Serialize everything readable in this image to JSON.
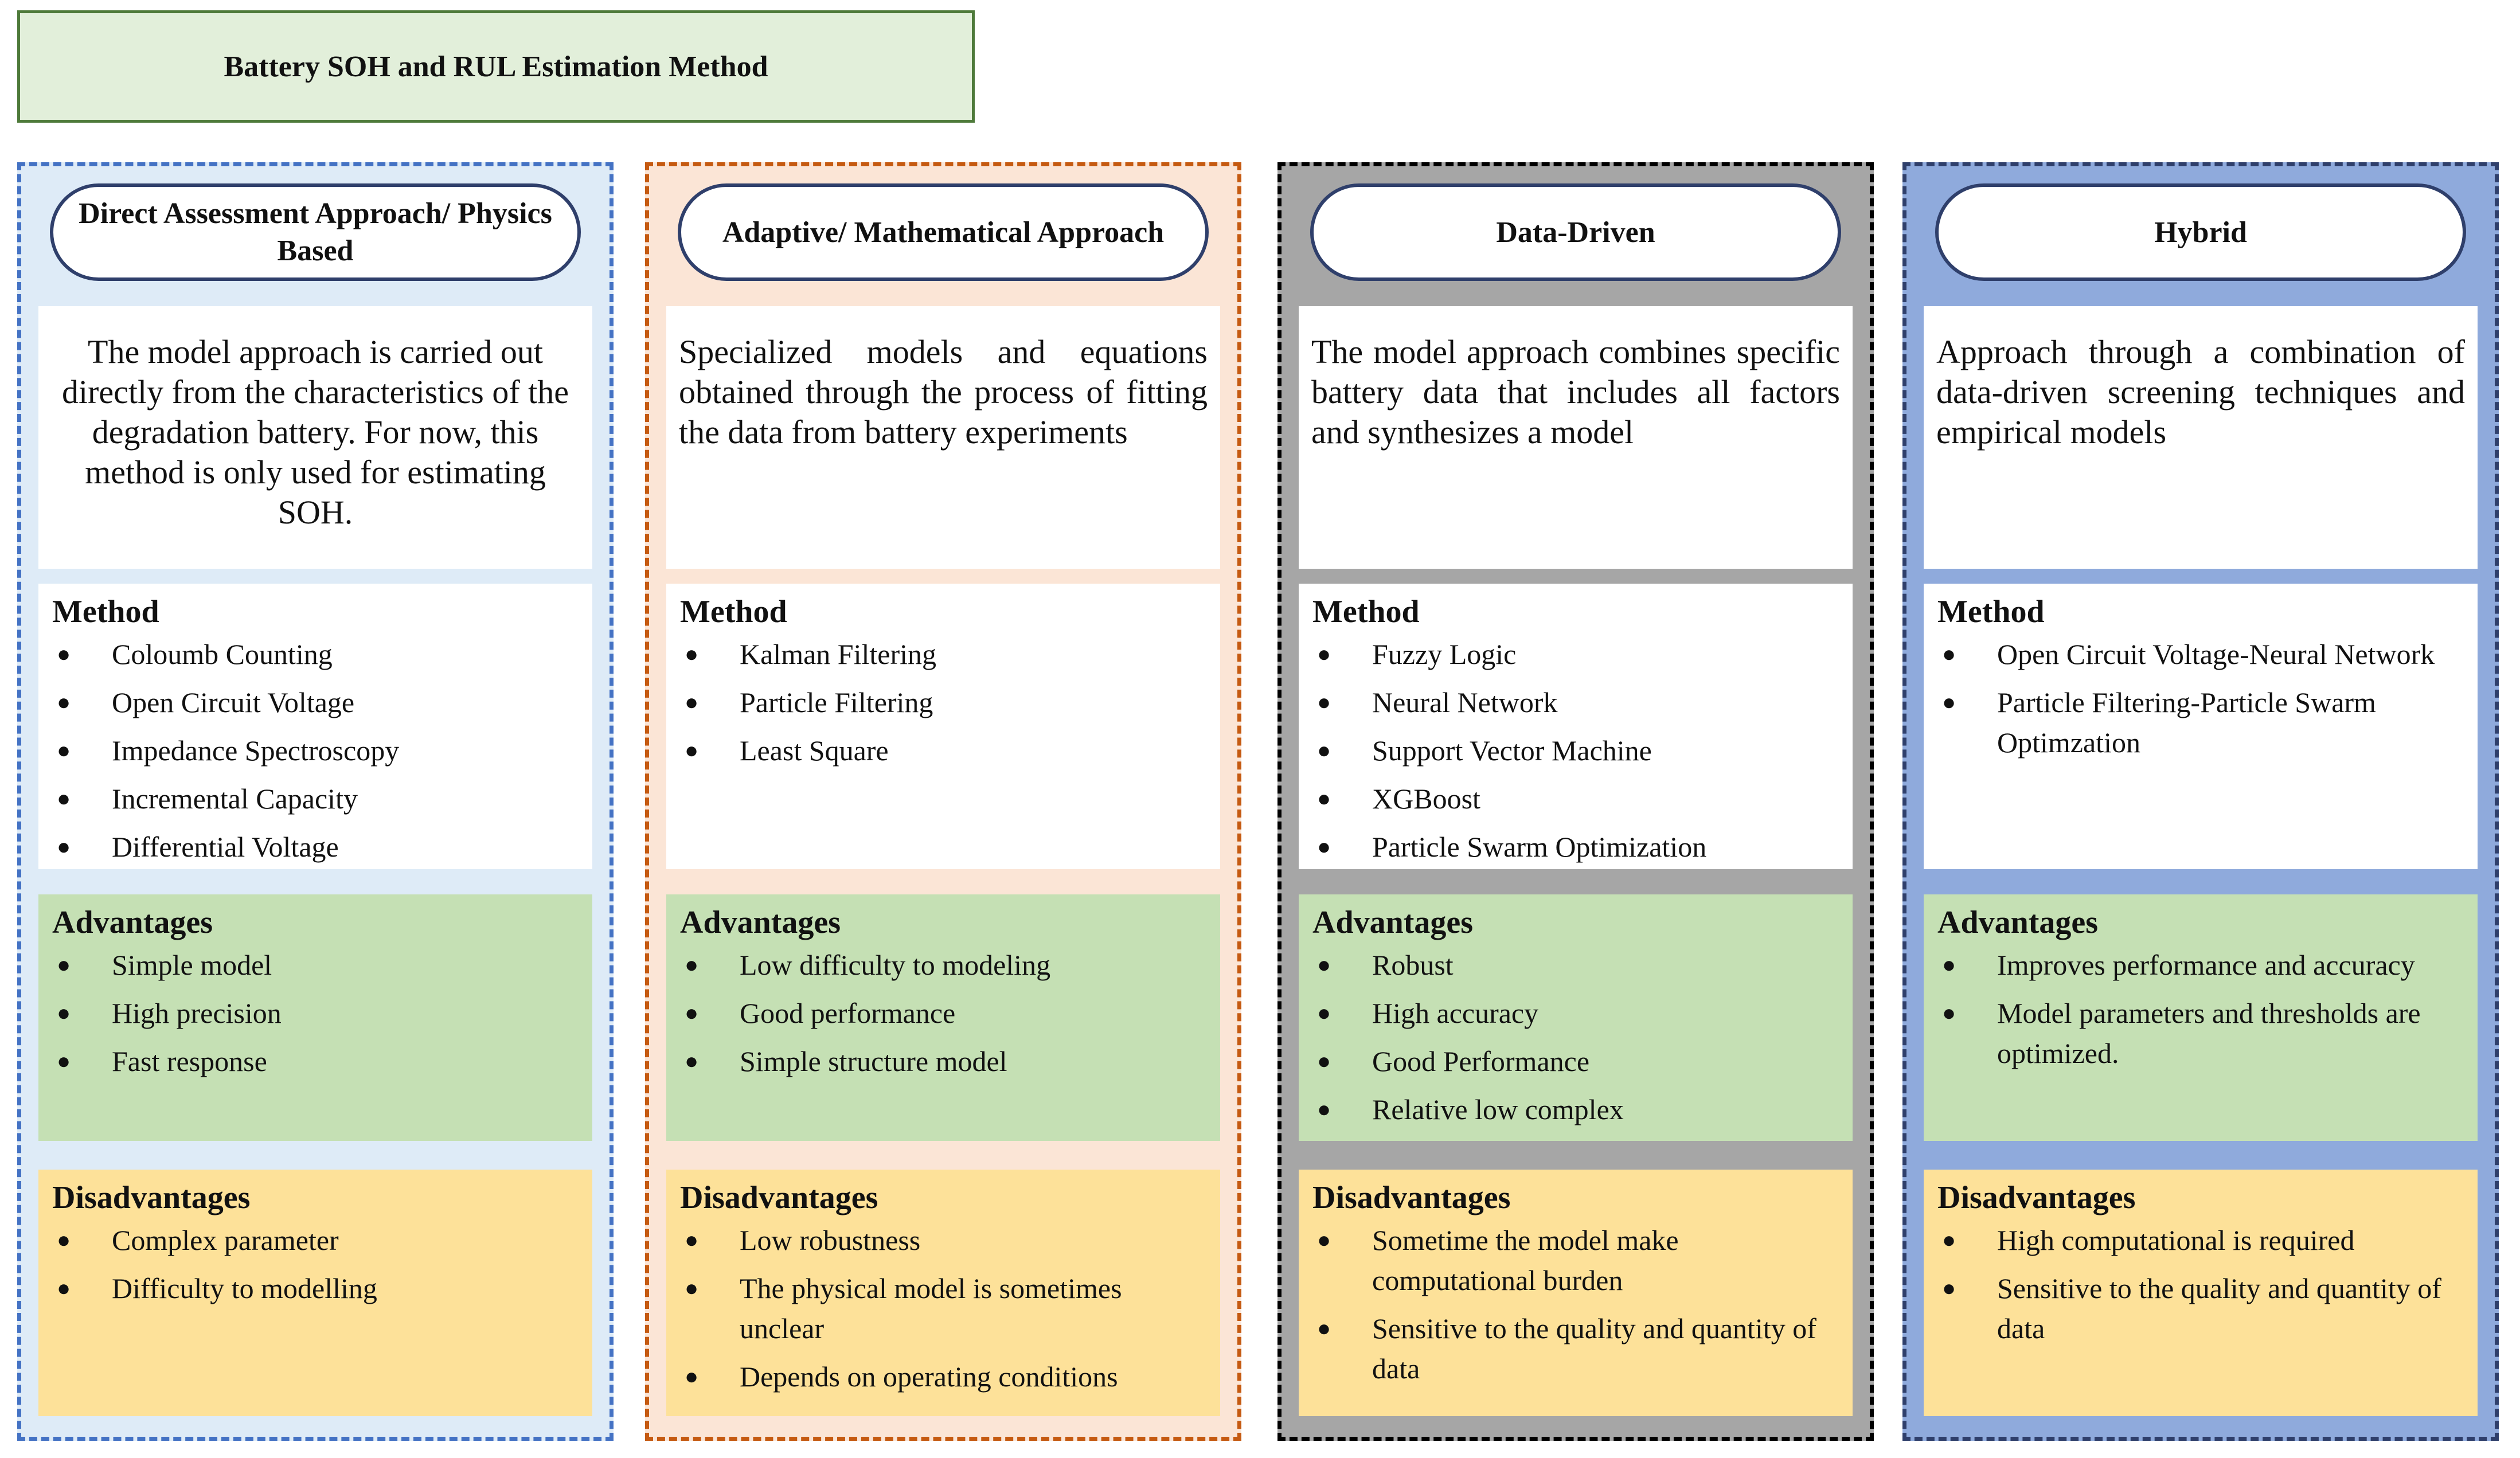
{
  "title": "Battery SOH and RUL Estimation Method",
  "headings": {
    "method": "Method",
    "advantages": "Advantages",
    "disadvantages": "Disadvantages"
  },
  "columns": [
    {
      "header": "Direct Assessment Approach/ Physics Based",
      "description": "The model approach is carried out directly from the characteristics of the degradation battery. For now, this method is only used for estimating SOH.",
      "methods": [
        "Coloumb Counting",
        "Open Circuit Voltage",
        "Impedance Spectroscopy",
        "Incremental Capacity",
        "Differential Voltage"
      ],
      "advantages": [
        "Simple model",
        "High precision",
        "Fast response"
      ],
      "disadvantages": [
        "Complex parameter",
        "Difficulty to modelling"
      ]
    },
    {
      "header": "Adaptive/ Mathematical Approach",
      "description": "Specialized models and equations obtained through the process of fitting the data from battery experiments",
      "methods": [
        "Kalman Filtering",
        "Particle Filtering",
        "Least Square"
      ],
      "advantages": [
        "Low difficulty to modeling",
        "Good performance",
        "Simple structure model"
      ],
      "disadvantages": [
        "Low robustness",
        "The physical model is sometimes unclear",
        "Depends on operating conditions"
      ]
    },
    {
      "header": "Data-Driven",
      "description": "The model approach combines specific battery data that includes all factors and synthesizes a model",
      "methods": [
        "Fuzzy Logic",
        "Neural Network",
        "Support Vector Machine",
        "XGBoost",
        "Particle Swarm Optimization"
      ],
      "advantages": [
        "Robust",
        "High accuracy",
        "Good Performance",
        "Relative low complex"
      ],
      "disadvantages": [
        "Sometime the model make computational burden",
        "Sensitive to the quality and quantity of data"
      ]
    },
    {
      "header": "Hybrid",
      "description": "Approach through a combination of data-driven screening techniques and empirical models",
      "methods": [
        "Open Circuit Voltage-Neural Network",
        "Particle Filtering-Particle Swarm Optimzation"
      ],
      "advantages": [
        "Improves performance and accuracy",
        "Model parameters and thresholds are optimized."
      ],
      "disadvantages": [
        "High computational is required",
        "Sensitive to the quality and quantity of data"
      ]
    }
  ],
  "colors": {
    "column_backgrounds": [
      "#deebf7",
      "#fbe5d6",
      "#a6a6a6",
      "#8faadc"
    ],
    "column_borders": [
      "#4472c4",
      "#c55a11",
      "#000000",
      "#2f3f6b"
    ],
    "advantages_bg": "#c5e0b4",
    "disadvantages_bg": "#fde199",
    "title_bg": "#e2efda"
  }
}
